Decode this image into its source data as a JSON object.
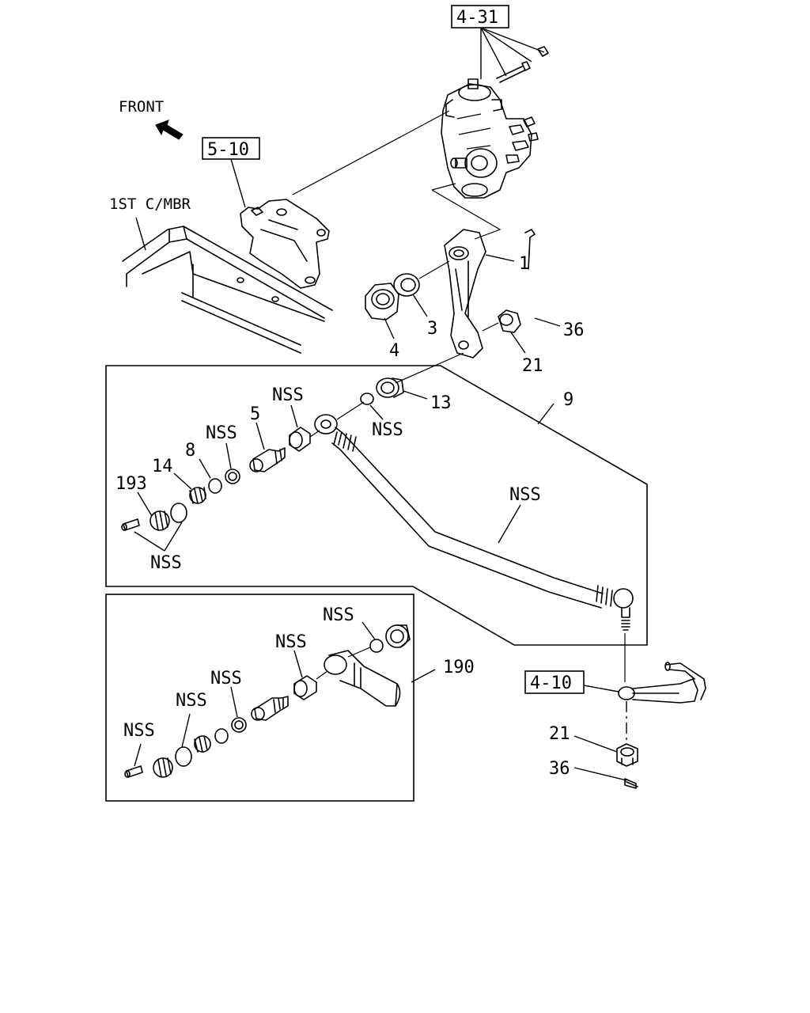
{
  "direction_label": "FRONT",
  "member_label": "1ST C/MBR",
  "ref_boxes": {
    "r431": "4-31",
    "r510": "5-10",
    "r410": "4-10"
  },
  "callouts": {
    "c1": "1",
    "c3": "3",
    "c4": "4",
    "c36a": "36",
    "c21a": "21",
    "c9": "9",
    "c13": "13",
    "nss_a": "NSS",
    "nss_b": "NSS",
    "c5": "5",
    "nss_c": "NSS",
    "c8": "8",
    "c14": "14",
    "c193": "193",
    "nss_d": "NSS",
    "nss_e": "NSS",
    "c190": "190",
    "nss_f": "NSS",
    "nss_g": "NSS",
    "nss_h": "NSS",
    "nss_i": "NSS",
    "nss_j": "NSS",
    "c21b": "21",
    "c36b": "36"
  }
}
